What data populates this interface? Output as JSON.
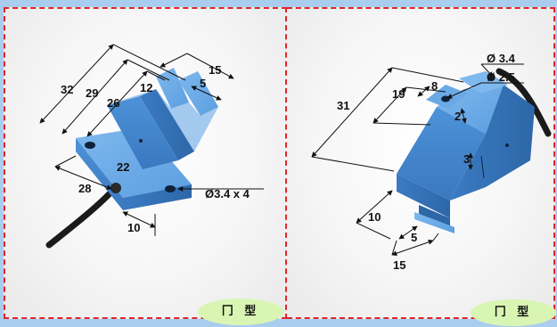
{
  "left": {
    "dims": {
      "d32": "32",
      "d29": "29",
      "d26": "26",
      "d12": "12",
      "d15": "15",
      "d5": "5",
      "d22": "22",
      "d28": "28",
      "d10": "10",
      "hole": "Ø3.4 x 4"
    },
    "badge": "冂 型"
  },
  "right": {
    "dims": {
      "hole34": "Ø 3.4",
      "hole25": "Ø 2.5",
      "d31": "31",
      "d19": "19",
      "d8": "8",
      "d2": "2",
      "d3": "3",
      "d10": "10",
      "d5": "5",
      "d15": "15"
    },
    "badge": "冂 型"
  },
  "colors": {
    "background": "#a9cdee",
    "panel_border": "#e0262a",
    "sensor_body": "#4a8fd6",
    "cable": "#1b1b1b",
    "badge": "#d9f5b3"
  }
}
